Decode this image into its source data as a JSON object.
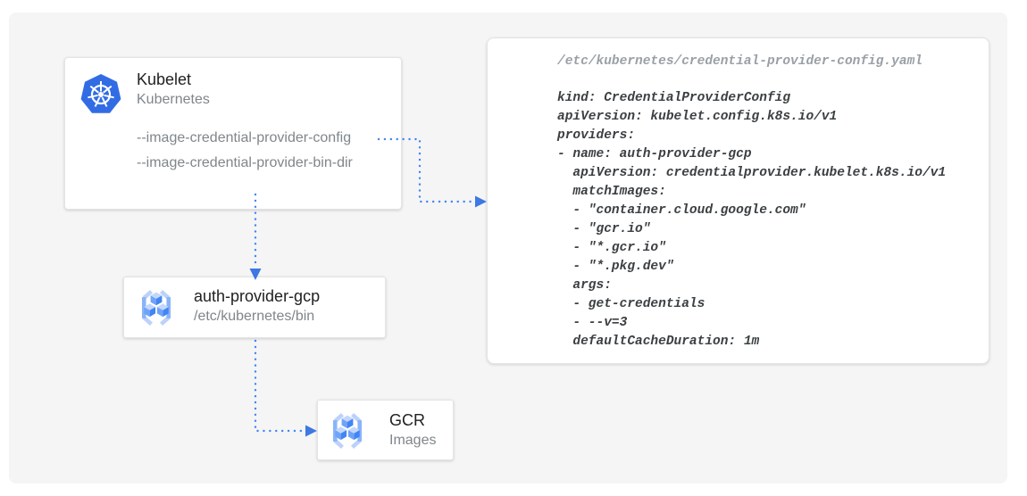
{
  "diagram": {
    "kubelet": {
      "title": "Kubelet",
      "subtitle": "Kubernetes",
      "flags": [
        "--image-credential-provider-config",
        "--image-credential-provider-bin-dir"
      ]
    },
    "auth_provider": {
      "title": "auth-provider-gcp",
      "subtitle": "/etc/kubernetes/bin"
    },
    "gcr": {
      "title": "GCR",
      "subtitle": "Images"
    }
  },
  "code_panel": {
    "filename": "/etc/kubernetes/credential-provider-config.yaml",
    "lines": [
      "kind: CredentialProviderConfig",
      "apiVersion: kubelet.config.k8s.io/v1",
      "providers:",
      "- name: auth-provider-gcp",
      "  apiVersion: credentialprovider.kubelet.k8s.io/v1",
      "  matchImages:",
      "  - \"container.cloud.google.com\"",
      "  - \"gcr.io\"",
      "  - \"*.gcr.io\"",
      "  - \"*.pkg.dev\"",
      "  args:",
      "  - get-credentials",
      "  - --v=3",
      "  defaultCacheDuration: 1m"
    ]
  },
  "icons": {
    "kubelet": "kubernetes-icon",
    "auth_provider": "gcr-icon",
    "gcr": "gcr-icon"
  },
  "colors": {
    "background": "#ffffff",
    "panel": "#f5f5f5",
    "arrow": "#4285f4",
    "arrowhead": "#3d78e3",
    "kubernetes_blue": "#326ce5",
    "title_text": "#212121",
    "muted_text": "#80868b",
    "code_text": "#3c4043",
    "code_filename_text": "#9aa0a6"
  }
}
